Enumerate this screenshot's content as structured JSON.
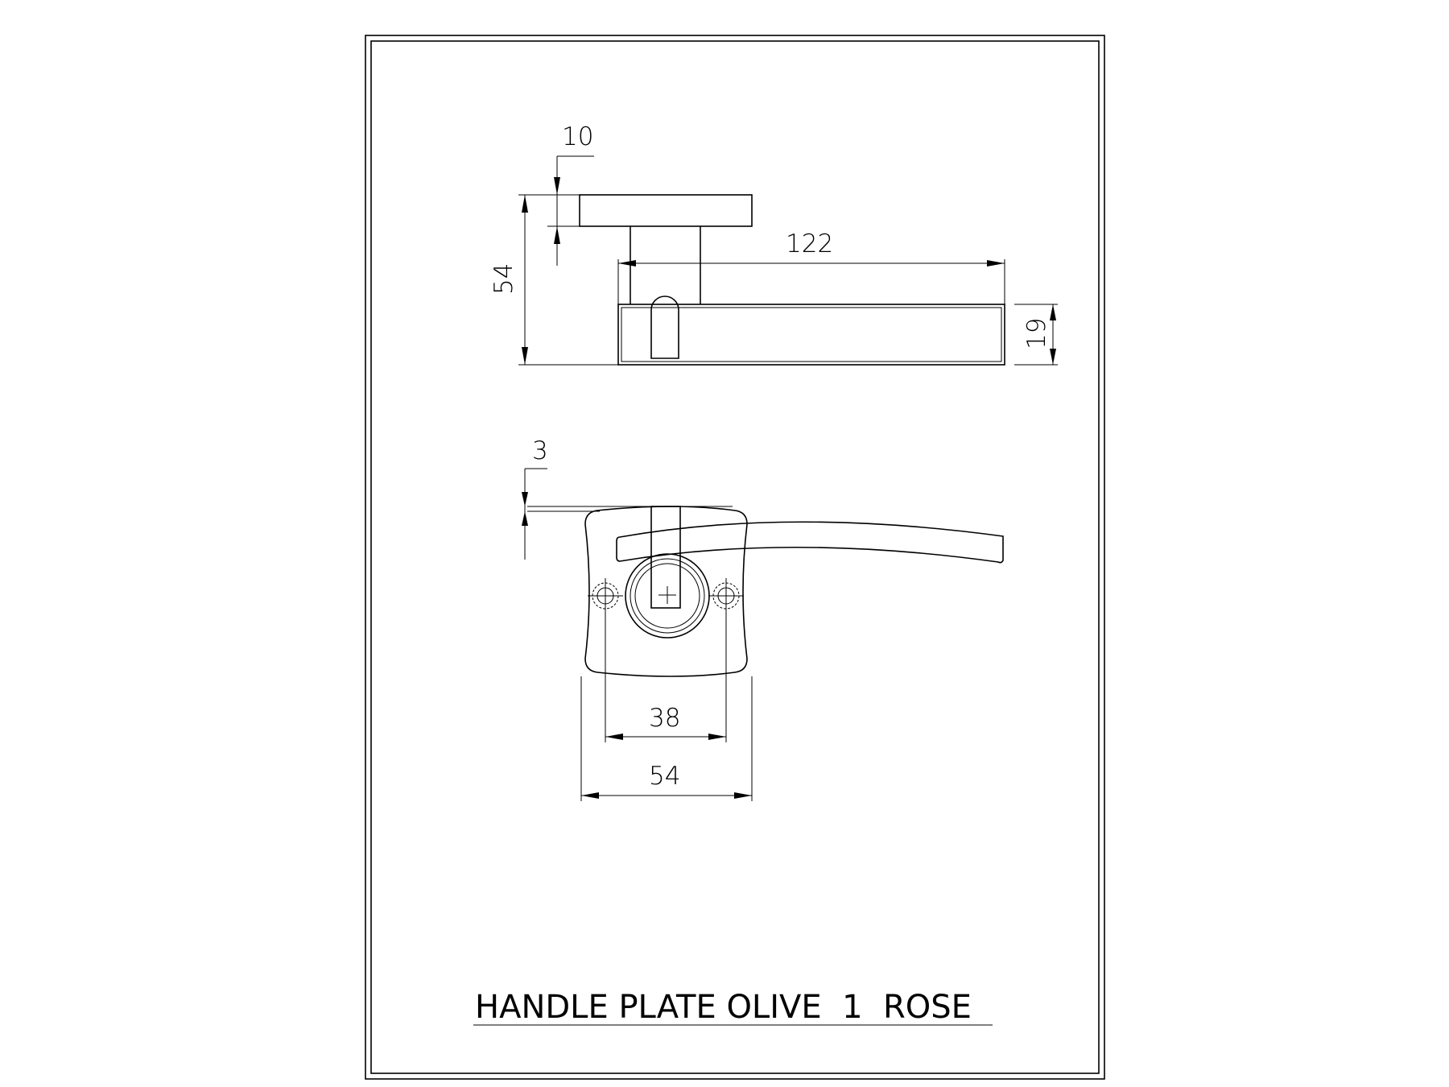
{
  "drawing": {
    "title": "HANDLE PLATE OLIVE  1  ROSE",
    "side_view": {
      "dims": {
        "rose_thickness": "10",
        "overall_height": "54",
        "lever_length": "122",
        "lever_thickness": "19"
      }
    },
    "front_view": {
      "dims": {
        "offset": "3",
        "screw_spacing": "38",
        "rose_width": "54"
      }
    }
  }
}
